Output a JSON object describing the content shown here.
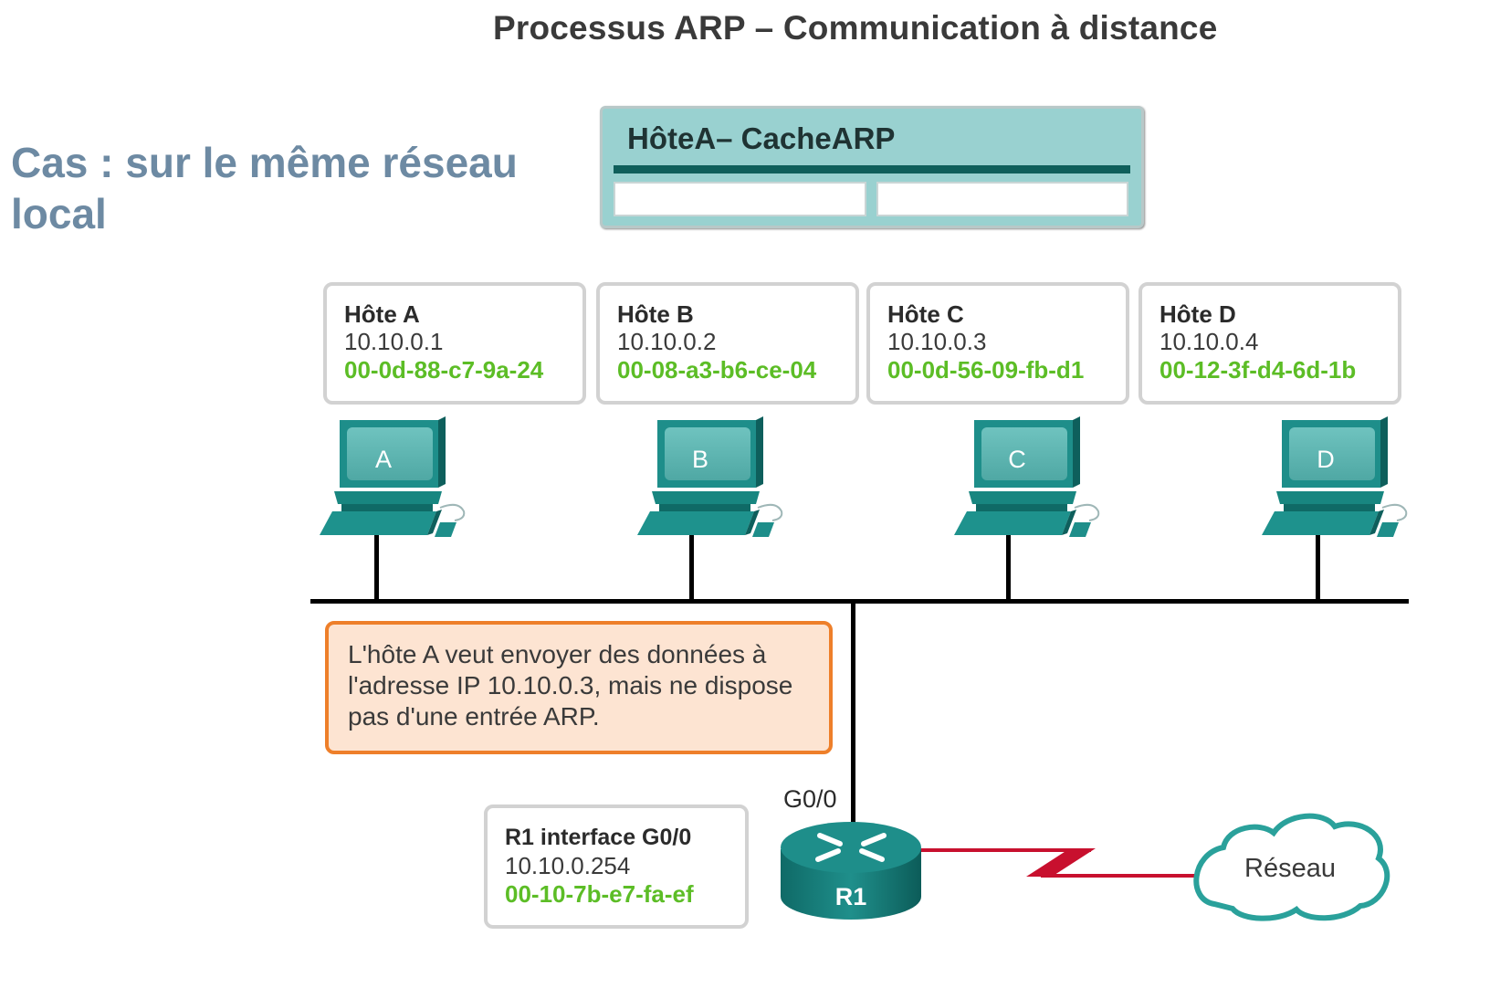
{
  "title": "Processus ARP – Communication à distance",
  "case_heading": "Cas : sur le même réseau local",
  "arp_cache": {
    "title": "HôteA– CacheARP",
    "entries": [
      {
        "ip": "",
        "mac": ""
      }
    ]
  },
  "hosts": [
    {
      "name": "Hôte A",
      "ip": "10.10.0.1",
      "mac": "00-0d-88-c7-9a-24",
      "icon_label": "A"
    },
    {
      "name": "Hôte B",
      "ip": "10.10.0.2",
      "mac": "00-08-a3-b6-ce-04",
      "icon_label": "B"
    },
    {
      "name": "Hôte C",
      "ip": "10.10.0.3",
      "mac": "00-0d-56-09-fb-d1",
      "icon_label": "C"
    },
    {
      "name": "Hôte D",
      "ip": "10.10.0.4",
      "mac": "00-12-3f-d4-6d-1b",
      "icon_label": "D"
    }
  ],
  "callout": "L'hôte A veut envoyer des données à l'adresse IP 10.10.0.3, mais ne dispose pas d'une entrée ARP.",
  "router": {
    "name": "R1",
    "interface_label": "G0/0",
    "card_title": "R1 interface G0/0",
    "ip": "10.10.0.254",
    "mac": "00-10-7b-e7-fa-ef"
  },
  "cloud_label": "Réseau",
  "colors": {
    "heading": "#6d8aa3",
    "teal": "#1e8e8a",
    "mac_green": "#5cbd26",
    "callout_border": "#ee7f2a",
    "callout_fill": "#fde4d2",
    "wan_link": "#c8102e"
  }
}
